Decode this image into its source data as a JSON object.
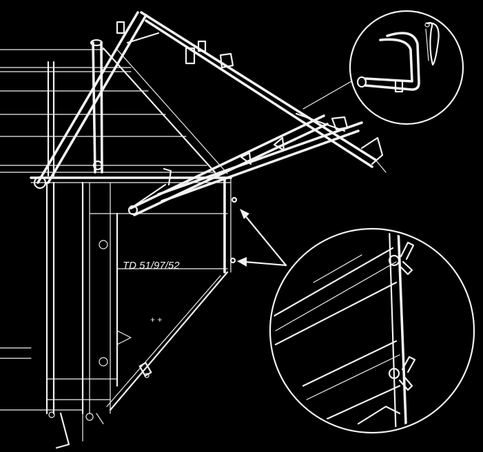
{
  "diagram": {
    "label": "TD 51/97/52",
    "ink_color": "#f2f2f2",
    "background_color": "#000000",
    "components": [
      "hopper-side-panel",
      "folding-extension-arm",
      "support-strut",
      "hinge-pin",
      "linch-pin",
      "panel-latch"
    ],
    "callouts": [
      "pin-detail-callout",
      "latch-detail-callout"
    ]
  }
}
